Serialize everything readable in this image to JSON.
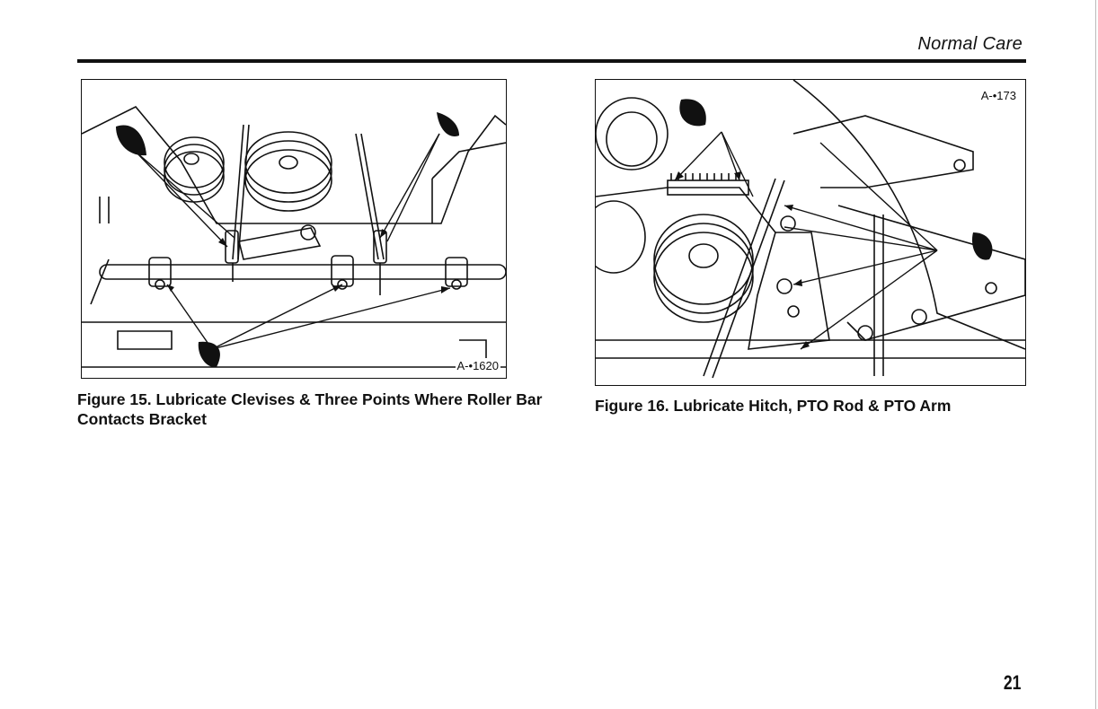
{
  "header": {
    "section_title": "Normal Care"
  },
  "figures": [
    {
      "code": "A-•1620",
      "caption": "Figure 15. Lubricate Clevises & Three Points Where Roller Bar Contacts Bracket"
    },
    {
      "code": "A-•173",
      "caption": "Figure 16. Lubricate Hitch, PTO Rod & PTO Arm"
    }
  ],
  "page_number": "21",
  "icons": [
    "oil-drop-icon"
  ]
}
